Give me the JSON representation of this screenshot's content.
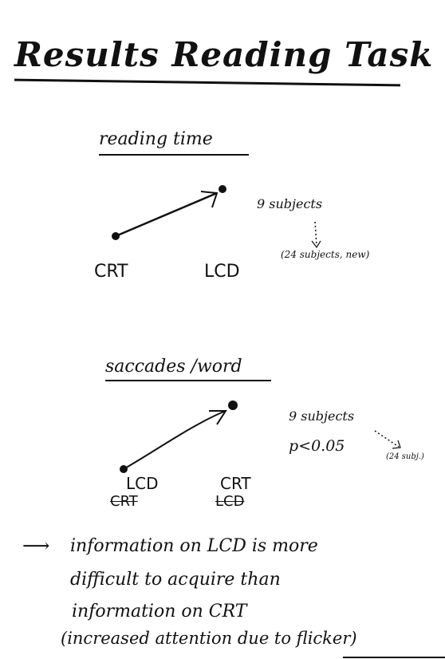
{
  "page_title": "Results Reading Task",
  "sections": [
    {
      "title": "reading time",
      "left_label": "CRT",
      "right_label": "LCD",
      "note": "9 subjects",
      "sub_note": "(24 subjects, new)"
    },
    {
      "title": "saccades /word",
      "left_label": "LCD",
      "left_struck": "CRT",
      "right_label": "CRT",
      "right_struck": "LCD",
      "note": "9 subjects",
      "significance": "p<0.05",
      "sub_note": "(24 subj.)"
    }
  ],
  "conclusion": {
    "arrow": "⟶",
    "lines": [
      "information on LCD is more",
      "difficult to acquire than",
      "information on CRT",
      "(increased attention due to flicker)"
    ]
  }
}
